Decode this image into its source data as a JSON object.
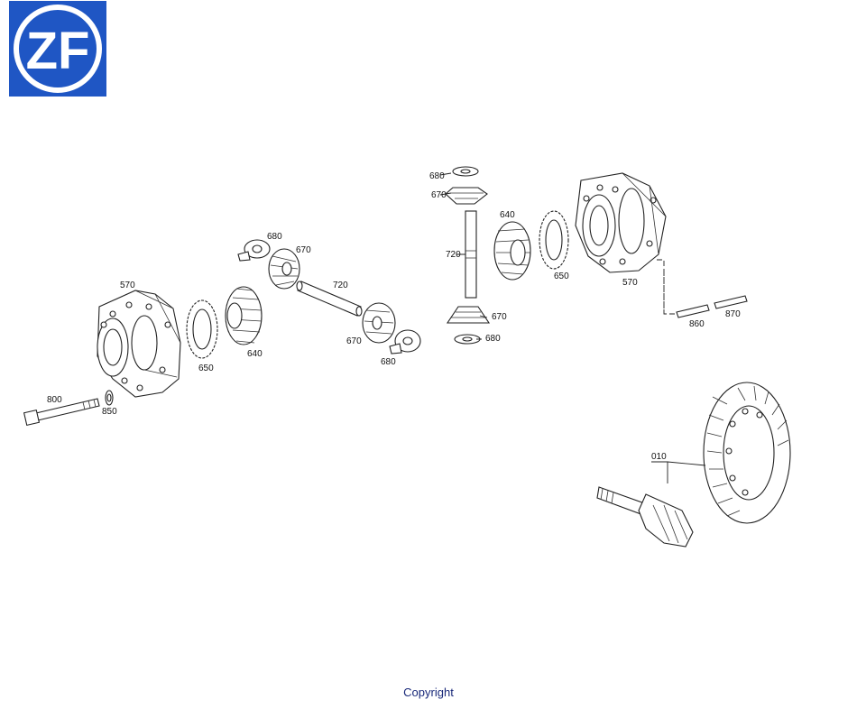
{
  "logo": {
    "text": "ZF",
    "color": "#1f56c4"
  },
  "footer": {
    "copyright": "Copyright"
  },
  "diagram": {
    "labels": {
      "570_left": "570",
      "650_left": "650",
      "640_left": "640",
      "680_left_top": "680",
      "670_left_top": "670",
      "720_left": "720",
      "670_left_bottom": "670",
      "680_left_bottom": "680",
      "800": "800",
      "850": "850",
      "680_top": "680",
      "670_top": "670",
      "720_right": "720",
      "640_right": "640",
      "650_right": "650",
      "570_right": "570",
      "670_mid": "670",
      "680_mid": "680",
      "860": "860",
      "870": "870",
      "010": "010"
    }
  }
}
